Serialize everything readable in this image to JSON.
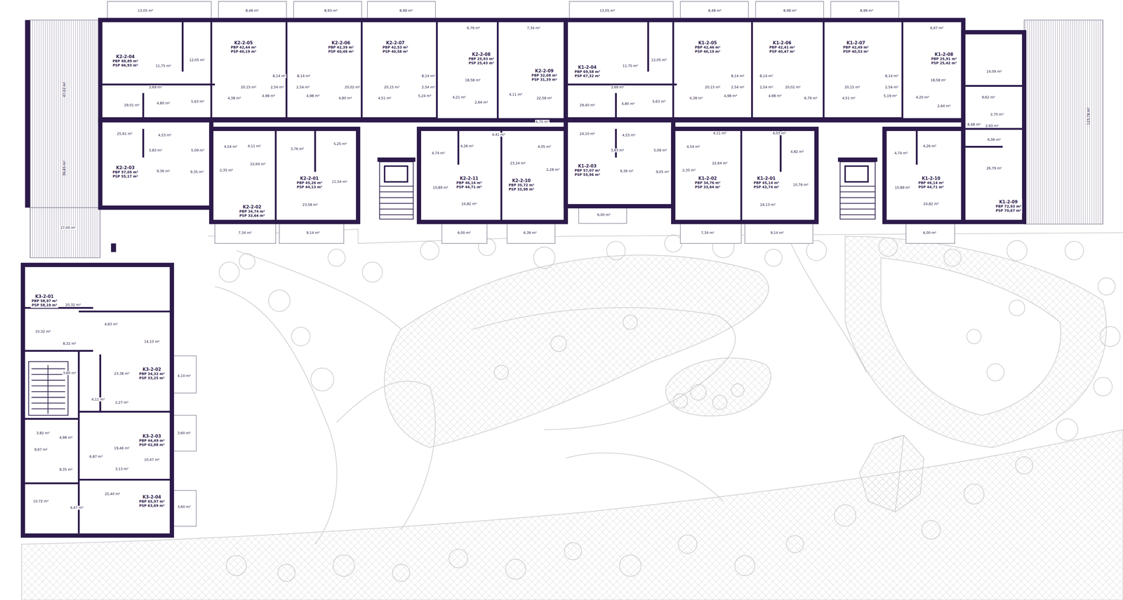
{
  "diagram": {
    "nodes": [
      {
        "text": [
          "K2-2-04",
          "PBP 68,89 m²",
          "PSP 66,93 m²"
        ]
      },
      {
        "text": [
          "K2-2-05",
          "PBP 42,44 m²",
          "PSP 40,19 m²"
        ]
      },
      {
        "text": [
          "K2-2-06",
          "PBP 42,39 m²",
          "PSP 40,48 m²"
        ]
      },
      {
        "text": [
          "K2-2-07",
          "PBP 42,53 m²",
          "PSP 40,58 m²"
        ]
      },
      {
        "text": [
          "K2-2-08",
          "PBP 25,93 m²",
          "PSP 25,43 m²"
        ]
      },
      {
        "text": [
          "K2-2-09",
          "PBP 32,08 m²",
          "PSP 31,39 m²"
        ]
      },
      {
        "text": [
          "K2-2-03",
          "PBP 57,05 m²",
          "PSP 55,17 m²"
        ]
      },
      {
        "text": [
          "K2-2-02",
          "PBP 34,74 m²",
          "PSP 33,64 m²"
        ]
      },
      {
        "text": [
          "K2-2-01",
          "PBP 45,26 m²",
          "PSP 44,13 m²"
        ]
      },
      {
        "text": [
          "K2-2-11",
          "PBP 46,14 m²",
          "PSP 44,71 m²"
        ]
      },
      {
        "text": [
          "K2-2-10",
          "PBP 35,72 m²",
          "PSP 33,98 m²"
        ]
      },
      {
        "text": [
          "K1-2-04",
          "PBP 69,58 m²",
          "PSP 67,32 m²"
        ]
      },
      {
        "text": [
          "K1-2-05",
          "PBP 42,46 m²",
          "PSP 40,19 m²"
        ]
      },
      {
        "text": [
          "K1-2-06",
          "PBP 42,41 m²",
          "PSP 40,47 m²"
        ]
      },
      {
        "text": [
          "K1-2-07",
          "PBP 42,49 m²",
          "PSP 40,53 m²"
        ]
      },
      {
        "text": [
          "K1-2-08",
          "PBP 25,91 m²",
          "PSP 25,42 m²"
        ]
      },
      {
        "text": [
          "K1-2-03",
          "PBP 57,07 m²",
          "PSP 55,96 m²"
        ]
      },
      {
        "text": [
          "K1-2-02",
          "PBP 34,76 m²",
          "PSP 33,64 m²"
        ]
      },
      {
        "text": [
          "K1-2-01",
          "PBP 45,14 m²",
          "PSP 43,74 m²"
        ]
      },
      {
        "text": [
          "K1-2-10",
          "PBP 46,14 m²",
          "PSP 44,71 m²"
        ]
      },
      {
        "text": [
          "K1-2-09",
          "PBP 72,93 m²",
          "PSP 70,67 m²"
        ]
      },
      {
        "text": [
          "K3-2-01",
          "PBP 58,97 m²",
          "PSP 58,19 m²"
        ]
      },
      {
        "text": [
          "K3-2-02",
          "PBP 34,32 m²",
          "PSP 33,25 m²"
        ]
      },
      {
        "text": [
          "K3-2-03",
          "PBP 44,49 m²",
          "PSP 42,88 m²"
        ]
      },
      {
        "text": [
          "K3-2-04",
          "PBP 65,97 m²",
          "PSP 63,69 m²"
        ]
      }
    ],
    "labels": [
      "13,05 m²",
      "8,48 m²",
      "8,93 m²",
      "8,99 m²",
      "6,79 m²",
      "7,34 m²",
      "13,05 m²",
      "8,48 m²",
      "8,99 m²",
      "8,99 m²",
      "6,67 m²",
      "123,78 m²",
      "47,02 m²",
      "39,85 m²",
      "27,00 m²",
      "11,75 m²",
      "12,05 m²",
      "3,69 m²",
      "4,80 m²",
      "5,63 m²",
      "29,01 m²",
      "20,15 m²",
      "8,14 m²",
      "2,54 m²",
      "4,38 m²",
      "4,98 m²",
      "8,14 m²",
      "2,54 m²",
      "20,02 m²",
      "4,98 m²",
      "4,80 m²",
      "20,15 m²",
      "8,14 m²",
      "2,54 m²",
      "4,51 m²",
      "5,24 m²",
      "18,58 m²",
      "4,21 m²",
      "2,64 m²",
      "4,11 m²",
      "22,58 m²",
      "4,70 m²",
      "25,91 m²",
      "4,53 m²",
      "3,83 m²",
      "5,09 m²",
      "9,36 m²",
      "9,35 m²",
      "4,54 m²",
      "4,11 m²",
      "22,64 m²",
      "2,35 m²",
      "3,76 m²",
      "5,25 m²",
      "11,54 m²",
      "23,58 m²",
      "4,74 m²",
      "4,26 m²",
      "10,89 m²",
      "24,82 m²",
      "4,41 m²",
      "4,05 m²",
      "23,24 m²",
      "2,28 m²",
      "7,34 m²",
      "9,14 m²",
      "6,00 m²",
      "6,39 m²",
      "11,75 m²",
      "12,05 m²",
      "3,69 m²",
      "4,80 m²",
      "5,63 m²",
      "29,40 m²",
      "24,10 m²",
      "4,53 m²",
      "3,83 m²",
      "5,09 m²",
      "9,36 m²",
      "9,05 m²",
      "6,00 m²",
      "20,15 m²",
      "8,14 m²",
      "2,54 m²",
      "4,38 m²",
      "4,98 m²",
      "8,14 m²",
      "2,54 m²",
      "20,02 m²",
      "4,98 m²",
      "6,79 m²",
      "20,15 m²",
      "8,14 m²",
      "2,54 m²",
      "4,51 m²",
      "5,19 m²",
      "18,58 m²",
      "4,20 m²",
      "2,64 m²",
      "4,11 m²",
      "4,54 m²",
      "22,64 m²",
      "2,35 m²",
      "4,03 m²",
      "4,82 m²",
      "10,76 m²",
      "24,13 m²",
      "4,74 m²",
      "4,26 m²",
      "10,89 m²",
      "24,82 m²",
      "6,00 m²",
      "14,09 m²",
      "9,62 m²",
      "2,70 m²",
      "8,48 m²",
      "2,93 m²",
      "6,06 m²",
      "26,79 m²",
      "7,34 m²",
      "9,14 m²",
      "20,32 m²",
      "10,32 m²",
      "4,93 m²",
      "8,32 m²",
      "14,10 m²",
      "3,60 m²",
      "23,38 m²",
      "4,10 m²",
      "4,11 m²",
      "2,27 m²",
      "3,82 m²",
      "9,97 m²",
      "9,35 m²",
      "4,98 m²",
      "6,87 m²",
      "3,13 m²",
      "19,46 m²",
      "10,47 m²",
      "3,60 m²",
      "10,72 m²",
      "4,47 m²",
      "25,40 m²",
      "3,60 m²"
    ]
  }
}
